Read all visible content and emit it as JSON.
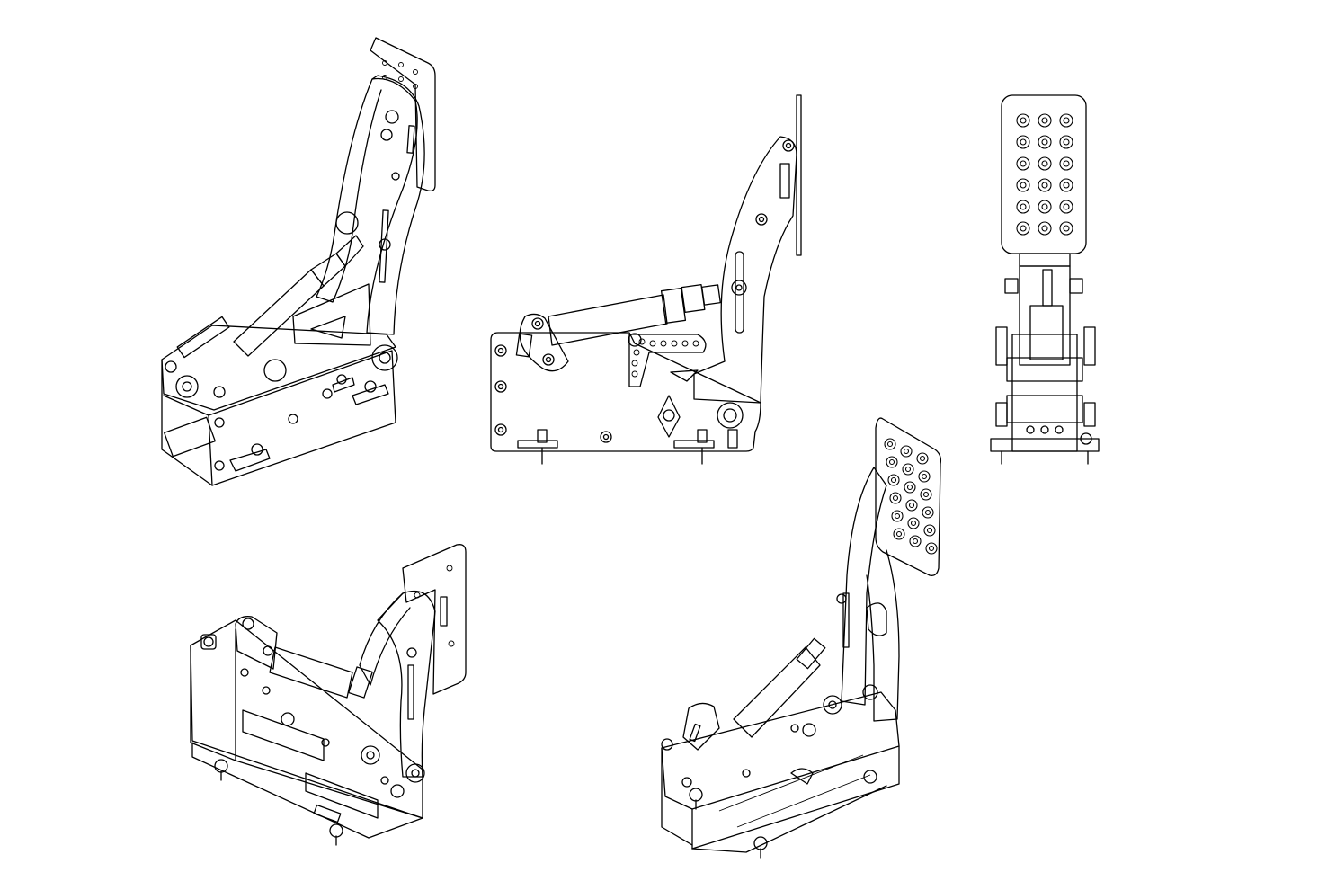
{
  "drawing": {
    "line_color": "#000000",
    "paper_color": "#ffffff",
    "views": [
      {
        "id": "isometric-left-top",
        "icon": "pedal-assembly-isometric"
      },
      {
        "id": "side-elevation",
        "icon": "pedal-assembly-side"
      },
      {
        "id": "front-elevation",
        "icon": "pedal-assembly-front"
      },
      {
        "id": "isometric-left-bottom",
        "icon": "pedal-assembly-isometric-rear"
      },
      {
        "id": "isometric-right-bottom",
        "icon": "pedal-assembly-isometric-front"
      }
    ]
  }
}
